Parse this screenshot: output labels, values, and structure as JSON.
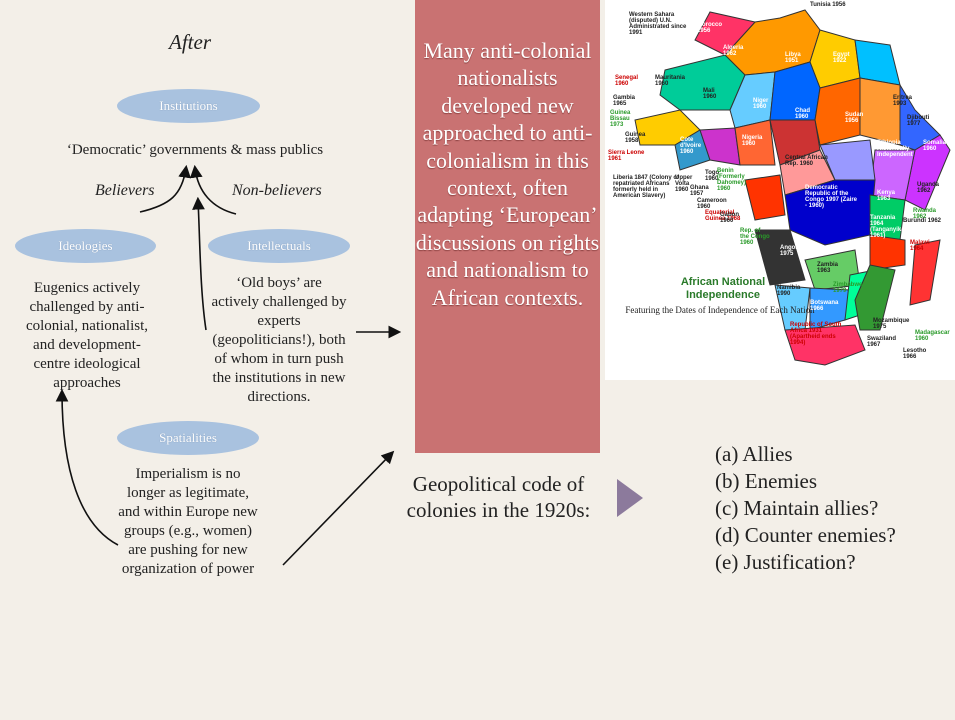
{
  "title": "After",
  "nodes": {
    "institutions": "Institutions",
    "ideologies": "Ideologies",
    "intellectuals": "Intellectuals",
    "spatialities": "Spatialities"
  },
  "texts": {
    "democratic": "‘Democratic’ governments & mass publics",
    "believers": "Believers",
    "non_believers": "Non-believers",
    "eugenics": "Eugenics actively challenged by anti-colonial, nationalist, and development-centre ideological approaches",
    "old_boys": "‘Old boys’ are actively challenged by experts (geopoliticians!), both of whom in turn push the institutions in new directions.",
    "imperialism": "Imperialism is no longer as legitimate, and within Europe new groups (e.g., women) are pushing for new organization of power"
  },
  "red_box": "Many anti-colonial nationalists developed new approached to anti-colonialism in this context, often adapting ‘European’ discussions on rights and nationalism to African contexts.",
  "geopolitical": "Geopolitical code of colonies in the 1920s:",
  "questions": [
    "(a)  Allies",
    "(b)  Enemies",
    "(c)  Maintain allies?",
    "(d)  Counter enemies?",
    "(e)  Justification?"
  ],
  "map": {
    "title": "African National Independence",
    "subtitle": "Featuring the Dates of Independence of Each Nation",
    "labels": [
      {
        "name": "Tunisia 1956"
      },
      {
        "name": "Morocco 1956"
      },
      {
        "name": "Western Sahara (disputed) U.N. Administrated since 1991"
      },
      {
        "name": "Algeria 1962"
      },
      {
        "name": "Libya 1951"
      },
      {
        "name": "Egypt 1922"
      },
      {
        "name": "Mauritania 1960"
      },
      {
        "name": "Mali 1960"
      },
      {
        "name": "Niger 1960"
      },
      {
        "name": "Chad 1960"
      },
      {
        "name": "Sudan 1956"
      },
      {
        "name": "Eritrea 1993"
      },
      {
        "name": "Djibouti 1977"
      },
      {
        "name": "Senegal 1960"
      },
      {
        "name": "Gambia 1965"
      },
      {
        "name": "Guinea Bissau 1973"
      },
      {
        "name": "Guinea 1958"
      },
      {
        "name": "Sierra Leone 1961"
      },
      {
        "name": "Cote d'Ivoire 1960"
      },
      {
        "name": "Nigeria 1960"
      },
      {
        "name": "Ethiopia Historically Independent"
      },
      {
        "name": "Somalia 1960"
      },
      {
        "name": "Liberia 1847 (Colony of repatriated Africans formerly held in American Slavery)"
      },
      {
        "name": "Upper Volta 1960"
      },
      {
        "name": "Ghana 1957"
      },
      {
        "name": "Togo 1960"
      },
      {
        "name": "Benin (Formerly Dahomey) 1960"
      },
      {
        "name": "Cameroon 1960"
      },
      {
        "name": "Central African Rep. 1960"
      },
      {
        "name": "Uganda 1962"
      },
      {
        "name": "Kenya 1963"
      },
      {
        "name": "Equatorial Guinea 1968"
      },
      {
        "name": "Gabon 1960"
      },
      {
        "name": "Rep. of the Congo 1960"
      },
      {
        "name": "Democratic Republic of the Congo 1997 (Zaire - 1960)"
      },
      {
        "name": "Rwanda 1962"
      },
      {
        "name": "Burundi 1962"
      },
      {
        "name": "Tanzania 1964 (Tanganyika 1961)"
      },
      {
        "name": "Angola 1975"
      },
      {
        "name": "Zambia 1963"
      },
      {
        "name": "Malawi 1964"
      },
      {
        "name": "Namibia 1990"
      },
      {
        "name": "Zimbabwe 1979"
      },
      {
        "name": "Botswana 1966"
      },
      {
        "name": "Mozambique 1975"
      },
      {
        "name": "Madagascar 1960"
      },
      {
        "name": "Republic of South Africa 1931 (Apartheid ends 1994)"
      },
      {
        "name": "Swaziland 1967"
      },
      {
        "name": "Lesotho 1966"
      }
    ]
  },
  "colors": {
    "ellipse": "#a9c2df",
    "red_box": "#c97272",
    "triangle": "#8c7a9c",
    "background": "#f3efe8"
  }
}
